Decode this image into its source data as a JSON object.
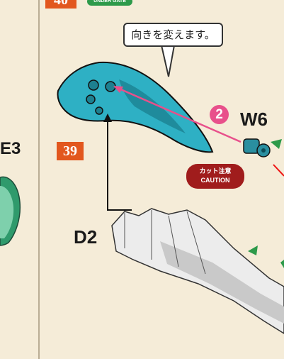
{
  "header": {
    "step_number": "40",
    "gate_note": "UNDER GATE"
  },
  "left_panel": {
    "part_label": "E3"
  },
  "instructions": {
    "speech_bubble": "向きを変えます。",
    "callout_number": "2",
    "part_w6": "W6",
    "part_d2": "D2",
    "step_39": "39",
    "caution_jp": "カット注意",
    "caution_en": "CAUTION"
  },
  "colors": {
    "background": "#f5ecd8",
    "part_teal": "#2eb0c4",
    "part_grey": "#ececec",
    "accent_orange": "#e2571e",
    "accent_pink": "#e8508b",
    "caution_red": "#a01c1c",
    "gate_green": "#2d9a4a"
  }
}
